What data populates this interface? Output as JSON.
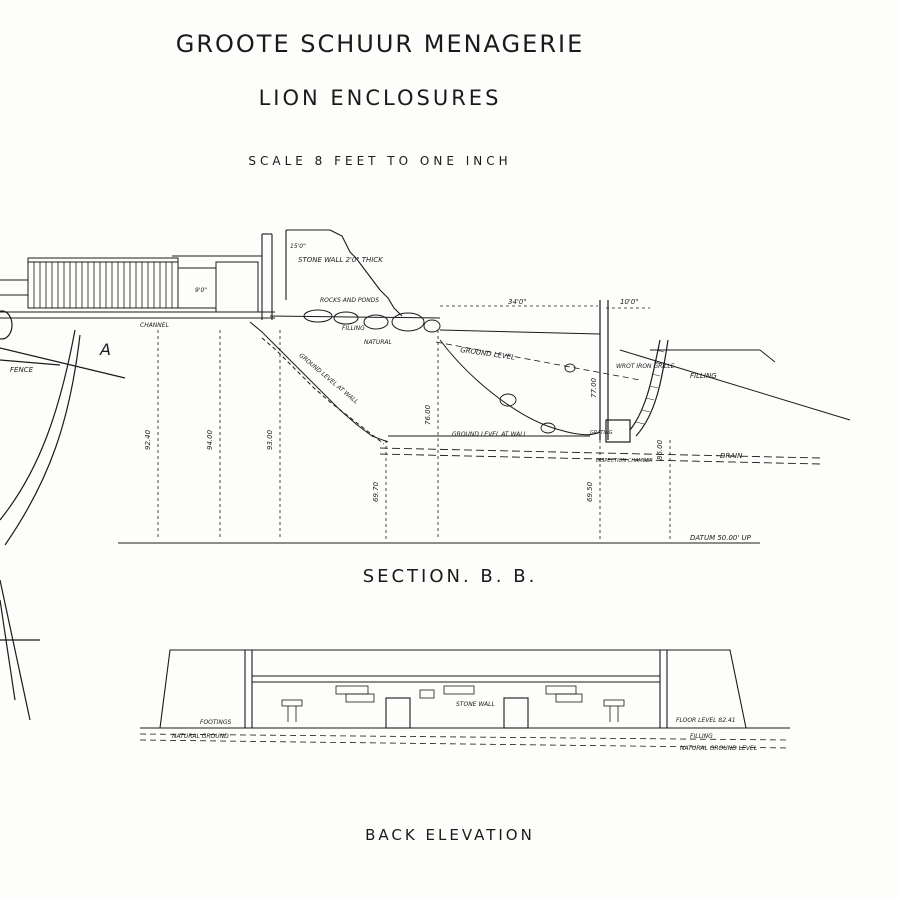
{
  "drawing": {
    "title": "GROOTE SCHUUR MENAGERIE",
    "subtitle": "LION ENCLOSURES",
    "scale": "SCALE 8 FEET TO ONE INCH",
    "section_title": "SECTION. B. B.",
    "elevation_title": "BACK ELEVATION"
  },
  "section_labels": {
    "marker_a": "A",
    "fence": "FENCE",
    "stone_wall": "STONE WALL 2'0\" THICK",
    "rocks": "ROCKS AND PONDS",
    "filling": "FILLING",
    "natural": "NATURAL",
    "ground_level": "GROUND LEVEL",
    "filling_right": "FILLING",
    "grille": "WROT IRON GRILLE",
    "grating": "GRATING",
    "inspection": "INSPECTION CHAMBER",
    "drain": "DRAIN",
    "ground_wall_left": "GROUND LEVEL AT WALL",
    "ground_wall_right": "GROUND LEVEL AT WALL",
    "datum": "DATUM 50.00' UP",
    "channel": "CHANNEL",
    "dim_34": "34'0\"",
    "dim_10": "10'0\"",
    "dim_15": "15'0\"",
    "lvl_1": "92.40",
    "lvl_2": "94.00",
    "lvl_3": "93.00",
    "lvl_4": "69.70",
    "lvl_5": "76.00",
    "lvl_6": "69.50",
    "lvl_7": "77.00",
    "lvl_8": "86.00"
  },
  "elevation_labels": {
    "footings": "FOOTINGS",
    "natural_ground": "NATURAL GROUND",
    "stone_wall": "STONE WALL",
    "floor_level": "FLOOR LEVEL 82.41",
    "filling": "FILLING",
    "natural_ground_level": "NATURAL GROUND LEVEL"
  }
}
